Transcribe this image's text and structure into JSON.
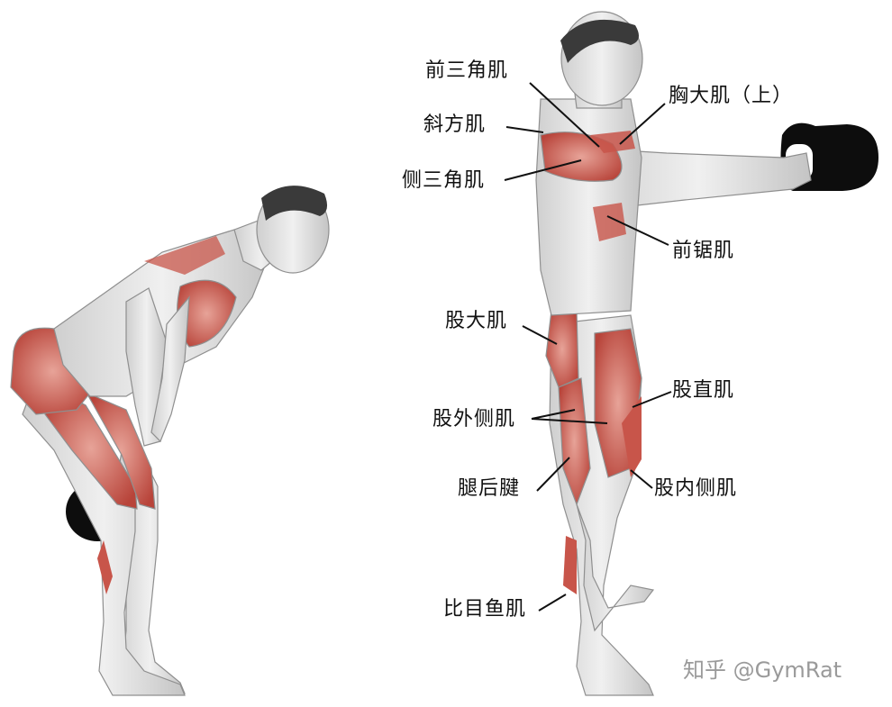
{
  "labels": {
    "anterior_deltoid": "前三角肌",
    "trapezius": "斜方肌",
    "lateral_deltoid": "侧三角肌",
    "pectoralis_upper": "胸大肌（上）",
    "serratus_anterior": "前锯肌",
    "gluteus_maximus": "股大肌",
    "rectus_femoris": "股直肌",
    "vastus_lateralis": "股外侧肌",
    "hamstrings": "腿后腱",
    "vastus_medialis": "股内侧肌",
    "soleus": "比目鱼肌"
  },
  "watermark": "知乎 @GymRat",
  "colors": {
    "skin": "#e6e6e6",
    "shade": "#b9b9b9",
    "muscle": "#c8554a",
    "muscle_light": "#e29a8f",
    "kettlebell": "#0d0d0d",
    "leader": "#111111"
  }
}
